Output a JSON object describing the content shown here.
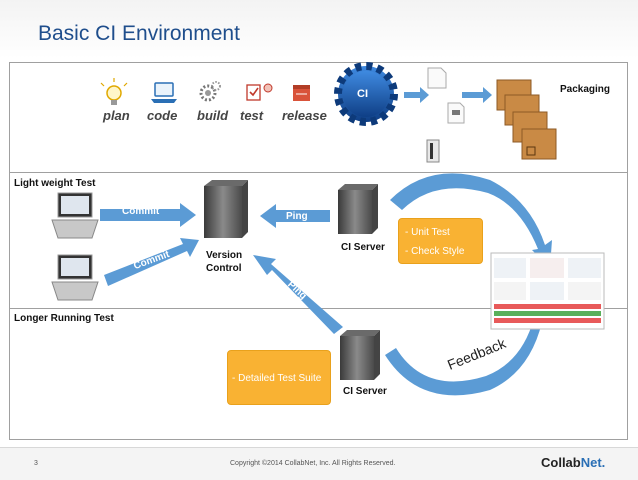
{
  "header": {
    "title": "Basic CI Environment"
  },
  "pipeline": {
    "steps": [
      {
        "label": "plan",
        "icon": "lightbulb-icon"
      },
      {
        "label": "code",
        "icon": "laptop-icon"
      },
      {
        "label": "build",
        "icon": "gears-icon"
      },
      {
        "label": "test",
        "icon": "checklist-icon"
      },
      {
        "label": "release",
        "icon": "box-icon"
      }
    ],
    "ci_badge": "CI",
    "packaging_label": "Packaging"
  },
  "sections": {
    "light": "Light weight Test",
    "longer": "Longer Running Test"
  },
  "diagram": {
    "commit_top": "Commit",
    "commit_bottom": "Commit",
    "ping_top": "Ping",
    "ping_diag": "Ping",
    "version_control": [
      "Version",
      "Control"
    ],
    "ci_server_top": "CI Server",
    "ci_server_bottom": "CI Server",
    "callout_top": [
      "- Unit Test",
      "- Check Style"
    ],
    "callout_bottom": "- Detailed Test Suite",
    "feedback": "Feedback"
  },
  "footer": {
    "page": "3",
    "copyright": "Copyright ©2014 CollabNet, Inc.  All Rights Reserved.",
    "logo_main": "Collab",
    "logo_accent": "Net."
  },
  "colors": {
    "title": "#1f4e8c",
    "arrow": "#5b9bd5",
    "callout": "#f9b233",
    "ci_badge": "#1f5fa8"
  }
}
